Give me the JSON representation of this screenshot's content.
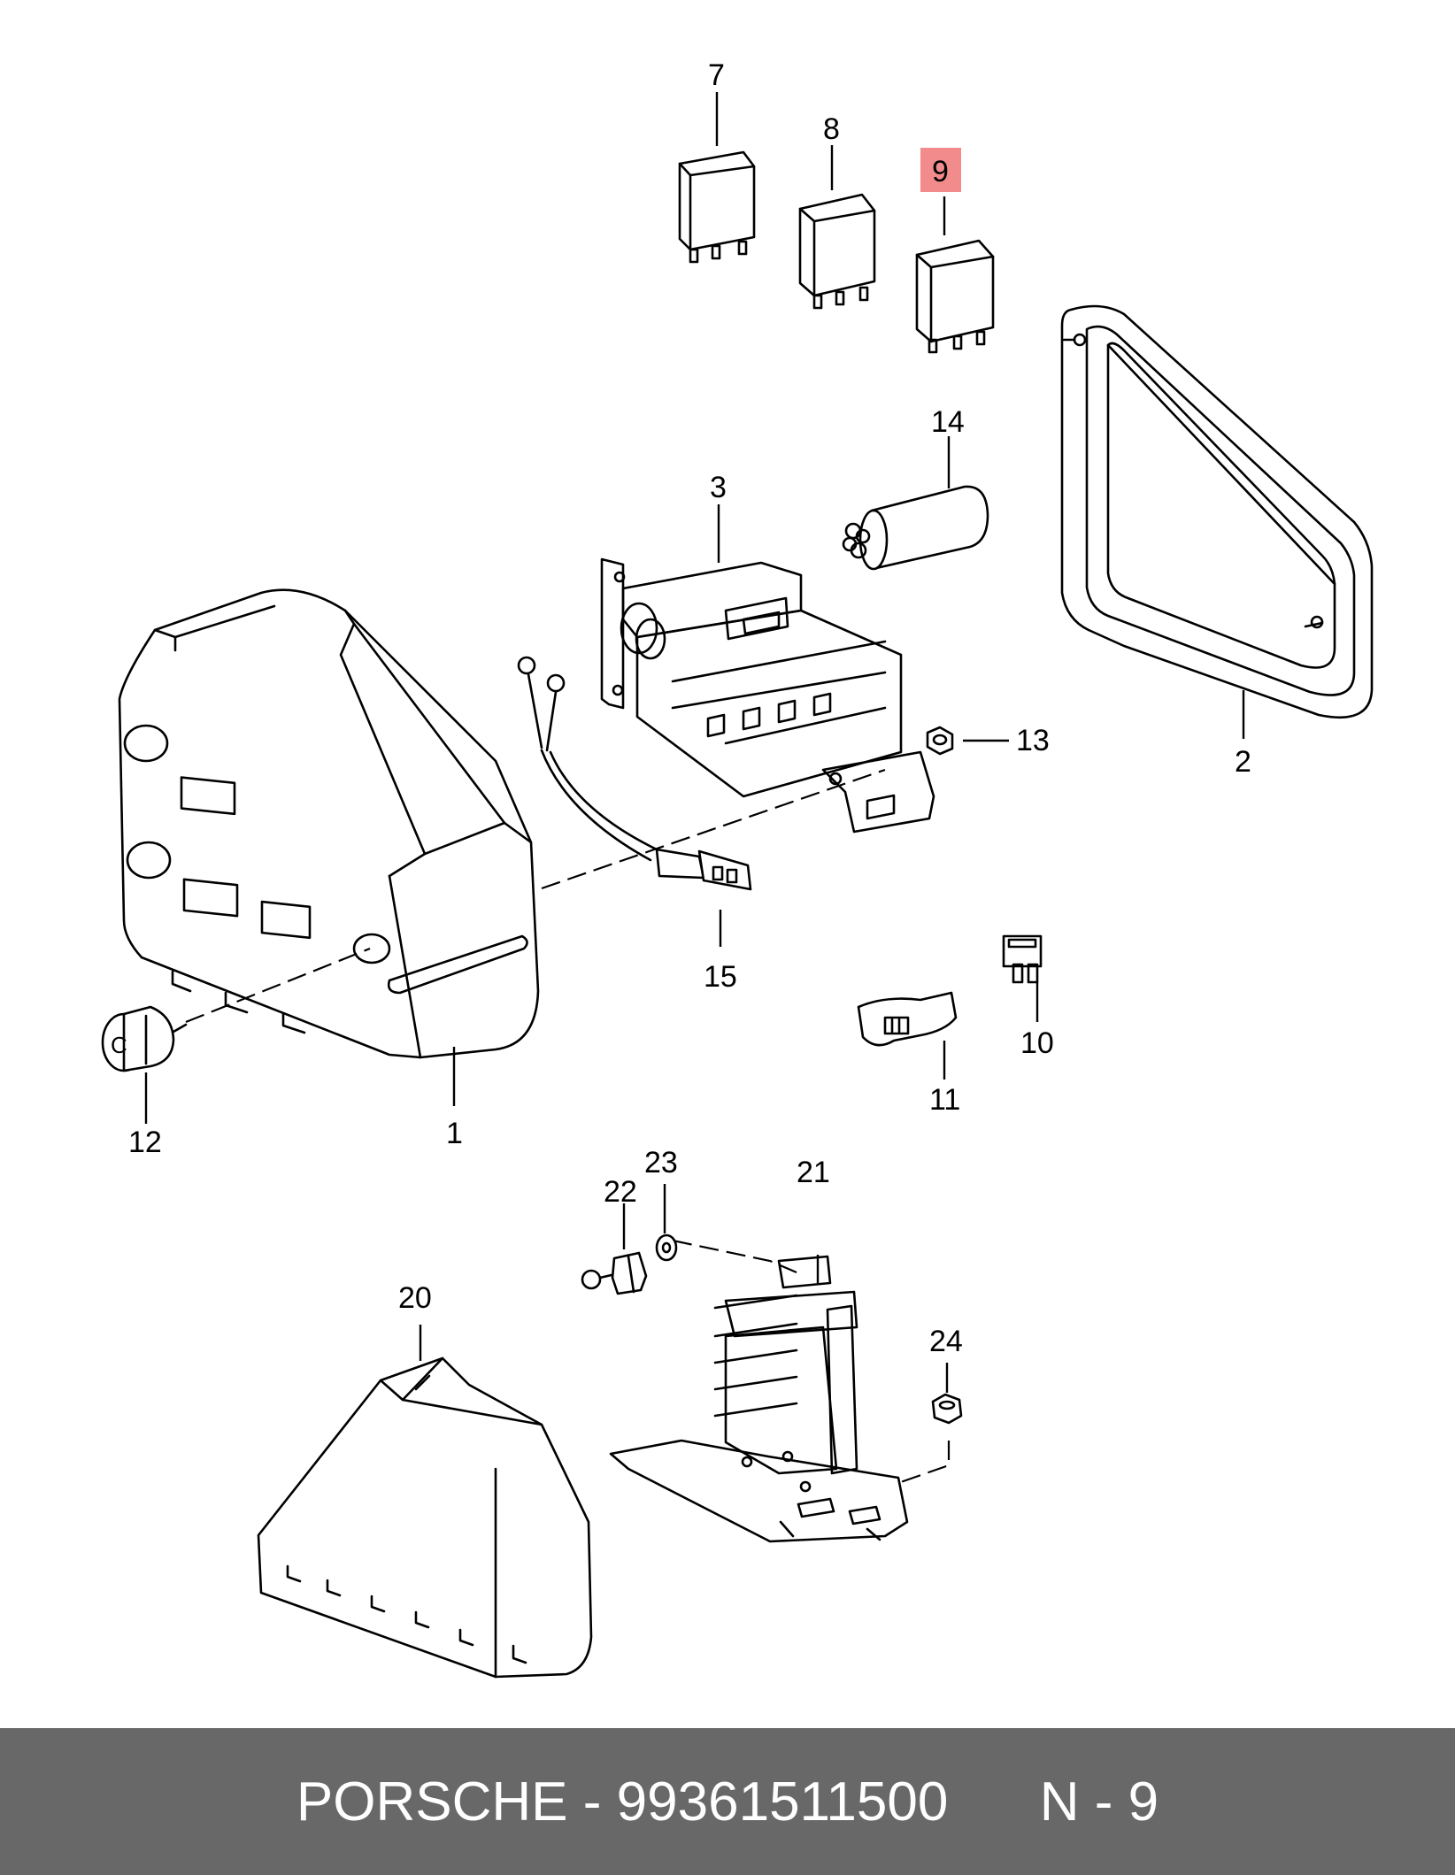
{
  "callouts": {
    "c1": "1",
    "c2": "2",
    "c3": "3",
    "c7": "7",
    "c8": "8",
    "c9": "9",
    "c10": "10",
    "c11": "11",
    "c12": "12",
    "c13": "13",
    "c14": "14",
    "c15": "15",
    "c20": "20",
    "c21": "21",
    "c22": "22",
    "c23": "23",
    "c24": "24"
  },
  "highlighted_callout": "9",
  "colors": {
    "highlight": "#f28b8b",
    "footer_bg": "#686868",
    "footer_text": "#ffffff",
    "line": "#000000"
  },
  "footer": {
    "brand": "PORSCHE",
    "separator": "-",
    "part_number": "99361511500",
    "diagram_ref": "N - 9"
  }
}
